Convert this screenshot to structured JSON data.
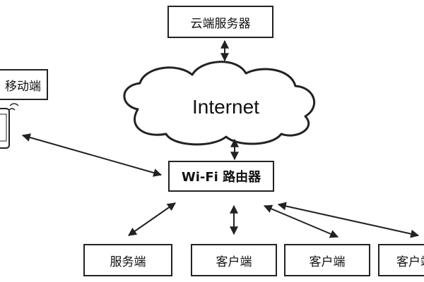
{
  "nodes": {
    "cloud_server": "云端服务器",
    "internet": "Internet",
    "mobile": "移动端",
    "router": "Wi-Fi 路由器",
    "server": "服务端",
    "client1": "客户端",
    "client2": "客户端",
    "client3": "客户端"
  },
  "icons": {
    "phone": "smartphone-icon"
  },
  "colors": {
    "line": "#222222",
    "box_border": "#222222",
    "background": "#ffffff"
  }
}
